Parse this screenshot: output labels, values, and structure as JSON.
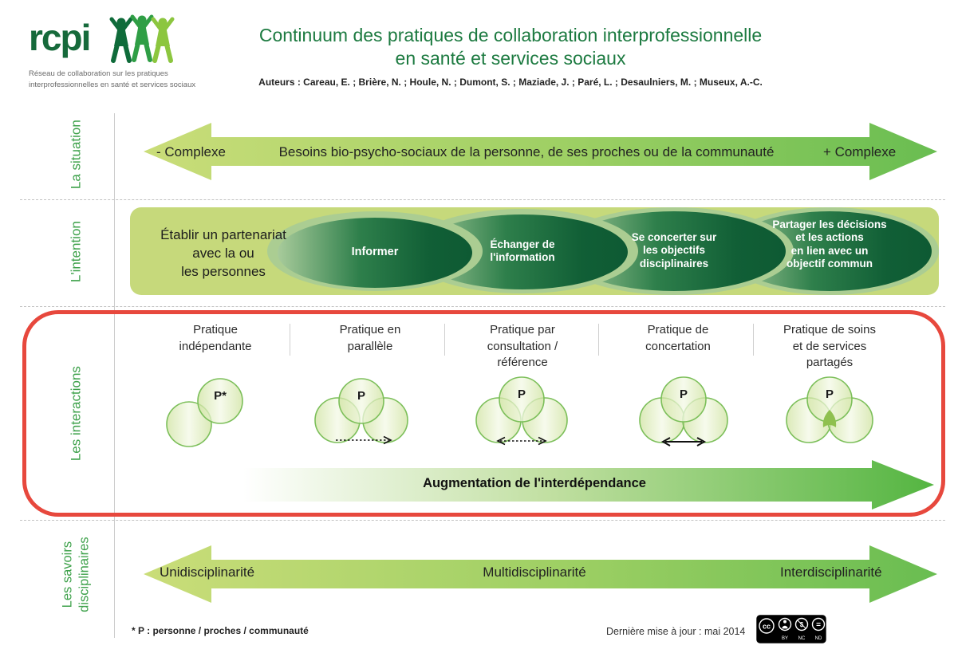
{
  "colors": {
    "brand_green": "#166a3b",
    "title_green": "#1c7a40",
    "label_green": "#3da14a",
    "arrow_light": "#cadd79",
    "arrow_dark": "#69bd51",
    "intention_box": "#c6d97b",
    "ellipse_dark": "#0e5a33",
    "red_frame": "#e7483d",
    "circle_stroke": "#7cbf5a"
  },
  "header": {
    "wordmark": "rcpi",
    "tagline_lines": [
      "Réseau de collaboration sur les pratiques",
      "interprofessionnelles en santé et services sociaux"
    ],
    "title_lines": [
      "Continuum des pratiques de collaboration interprofessionnelle",
      "en santé et services sociaux"
    ],
    "authors": "Auteurs : Careau, E. ; Brière, N. ; Houle, N. ; Dumont, S. ; Maziade, J. ; Paré, L. ; Desaulniers, M. ; Museux, A.-C."
  },
  "situation": {
    "label": "La situation",
    "minus": "- Complexe",
    "center": "Besoins bio-psycho-sociaux de la personne, de ses proches ou de la communauté",
    "plus": "+ Complexe"
  },
  "intention": {
    "label": "L'intention",
    "partnership_lines": [
      "Établir un partenariat",
      "avec la ou",
      "les personnes"
    ],
    "ellipses": [
      {
        "lines": [
          "Informer"
        ]
      },
      {
        "lines": [
          "Échanger de",
          "l'information"
        ]
      },
      {
        "lines": [
          "Se concerter sur",
          "les objectifs",
          "disciplinaires"
        ]
      },
      {
        "lines": [
          "Partager les décisions",
          "et les actions",
          "en lien avec un",
          "objectif commun"
        ]
      }
    ]
  },
  "interactions": {
    "label": "Les interactions",
    "practices": [
      {
        "title_lines": [
          "Pratique",
          "indépendante"
        ],
        "p": "P*"
      },
      {
        "title_lines": [
          "Pratique en",
          "parallèle"
        ],
        "p": "P"
      },
      {
        "title_lines": [
          "Pratique par",
          "consultation /",
          "référence"
        ],
        "p": "P"
      },
      {
        "title_lines": [
          "Pratique de",
          "concertation"
        ],
        "p": "P"
      },
      {
        "title_lines": [
          "Pratique de soins",
          "et de services",
          "partagés"
        ],
        "p": "P"
      }
    ],
    "arrow_label": "Augmentation de l'interdépendance"
  },
  "savoirs": {
    "label_lines": [
      "Les savoirs",
      "disciplinaires"
    ],
    "left": "Unidisciplinarité",
    "center": "Multidisciplinarité",
    "right": "Interdisciplinarité"
  },
  "footer": {
    "note": "* P : personne / proches / communauté",
    "updated": "Dernière mise à jour : mai 2014",
    "license": {
      "cc": "cc",
      "by": "BY",
      "nc": "NC",
      "nd": "ND",
      "nc_glyph": "$",
      "nd_glyph": "="
    }
  }
}
